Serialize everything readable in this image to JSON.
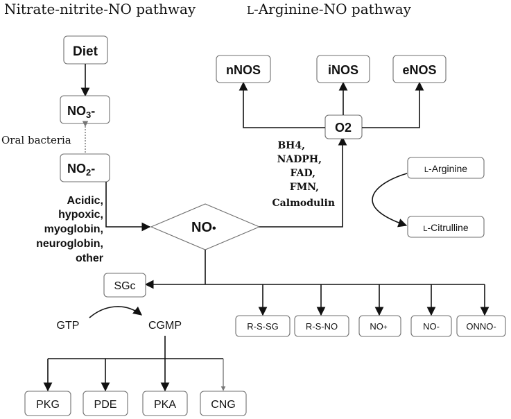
{
  "titles": {
    "left": "Nitrate-nitrite-NO pathway",
    "right": "L-Arginine-NO pathway",
    "right_sc": "L",
    "right_rest": "-Arginine-NO pathway"
  },
  "nodes": {
    "diet": "Diet",
    "no3": "NO3-",
    "no3_main": "NO",
    "no3_sub": "3",
    "no3_suffix": "-",
    "no2": "NO2-",
    "no2_main": "NO",
    "no2_sub": "2",
    "no2_suffix": "-",
    "nnos": "nNOS",
    "inos": "iNOS",
    "enos": "eNOS",
    "o2": "O2",
    "no_center": "NO•",
    "no_center_main": "NO",
    "no_center_dot": "•",
    "l_arginine": "L-Arginine",
    "l_arginine_sc": "L",
    "l_arginine_rest": "-Arginine",
    "l_citrulline": "L-Citrulline",
    "l_citrulline_sc": "L",
    "l_citrulline_rest": "-Citrulline",
    "sgc": "SGc",
    "gtp": "GTP",
    "cgmp": "CGMP",
    "rssg": "R-S-SG",
    "rsno": "R-S-NO",
    "no_plus": "NO+",
    "no_plus_main": "NO",
    "no_plus_sup": "+",
    "no_minus": "NO-",
    "onno": "ONNO-",
    "pkg": "PKG",
    "pde": "PDE",
    "pka": "PKA",
    "cng": "CNG"
  },
  "labels": {
    "oral_bacteria": "Oral bacteria",
    "conditions": [
      "Acidic,",
      "hypoxic,",
      "myoglobin,",
      "neuroglobin,",
      "other"
    ],
    "cofactors": [
      "BH4,",
      "NADPH,",
      "FAD,",
      "FMN,",
      "Calmodulin"
    ]
  }
}
